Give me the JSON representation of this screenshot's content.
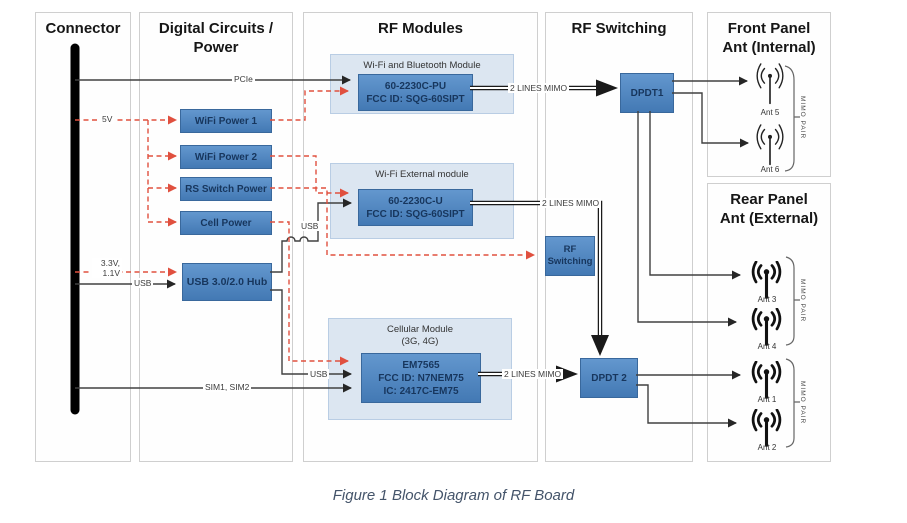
{
  "caption": "Figure 1 Block Diagram of RF Board",
  "palette": {
    "box_blue": "#4d86c4",
    "box_border": "#39689c",
    "module_bg": "#dce6f1",
    "module_border": "#b9cde4",
    "wire_red": "#e0503f",
    "wire_dark": "#404040",
    "caption_color": "#44546a"
  },
  "columns": {
    "connector": {
      "title": "Connector"
    },
    "digital": {
      "title": [
        "Digital Circuits /",
        "Power"
      ],
      "boxes": {
        "wifi_power_1": "WiFi Power 1",
        "wifi_power_2": "WiFi Power 2",
        "rs_switch_power": "RS Switch Power",
        "cell_power": "Cell Power",
        "usb_hub": "USB 3.0/2.0 Hub"
      }
    },
    "rf_modules": {
      "title": "RF Modules",
      "wifi_bt": {
        "title": "Wi-Fi and Bluetooth Module",
        "lines": [
          "60-2230C-PU",
          "FCC ID: SQG-60SIPT"
        ]
      },
      "wifi_ext": {
        "title": "Wi-Fi External module",
        "lines": [
          "60-2230C-U",
          "FCC ID: SQG-60SIPT"
        ]
      },
      "cellular": {
        "title": [
          "Cellular Module",
          "(3G, 4G)"
        ],
        "lines": [
          "EM7565",
          "FCC ID: N7NEM75",
          "IC: 2417C-EM75"
        ]
      }
    },
    "rf_switching": {
      "title": "RF Switching",
      "switch_box": [
        "RF",
        "Switching"
      ],
      "dpdt1": "DPDT1",
      "dpdt2": "DPDT 2"
    },
    "front_panel": {
      "title": [
        "Front Panel",
        "Ant (Internal)"
      ],
      "pairs": [
        {
          "ants": [
            "Ant 5",
            "Ant 6"
          ],
          "mimo": "MIMO PAIR"
        }
      ]
    },
    "rear_panel": {
      "title": [
        "Rear Panel",
        "Ant (External)"
      ],
      "pairs": [
        {
          "ants": [
            "Ant 3",
            "Ant 4"
          ],
          "mimo": "MIMO PAIR"
        },
        {
          "ants": [
            "Ant 1",
            "Ant 2"
          ],
          "mimo": "MIMO PAIR"
        }
      ]
    }
  },
  "wires": {
    "pcie": "PCIe",
    "v5": "5V",
    "v33_11": [
      "3.3V,",
      "1.1V"
    ],
    "usb_in": "USB",
    "usb_wifi": "USB",
    "usb_cell": "USB",
    "sim": "SIM1, SIM2",
    "mimo_bt": "2 LINES MIMO",
    "mimo_ext": "2 LINES MIMO",
    "mimo_cell": "2 LINES MIMO"
  }
}
